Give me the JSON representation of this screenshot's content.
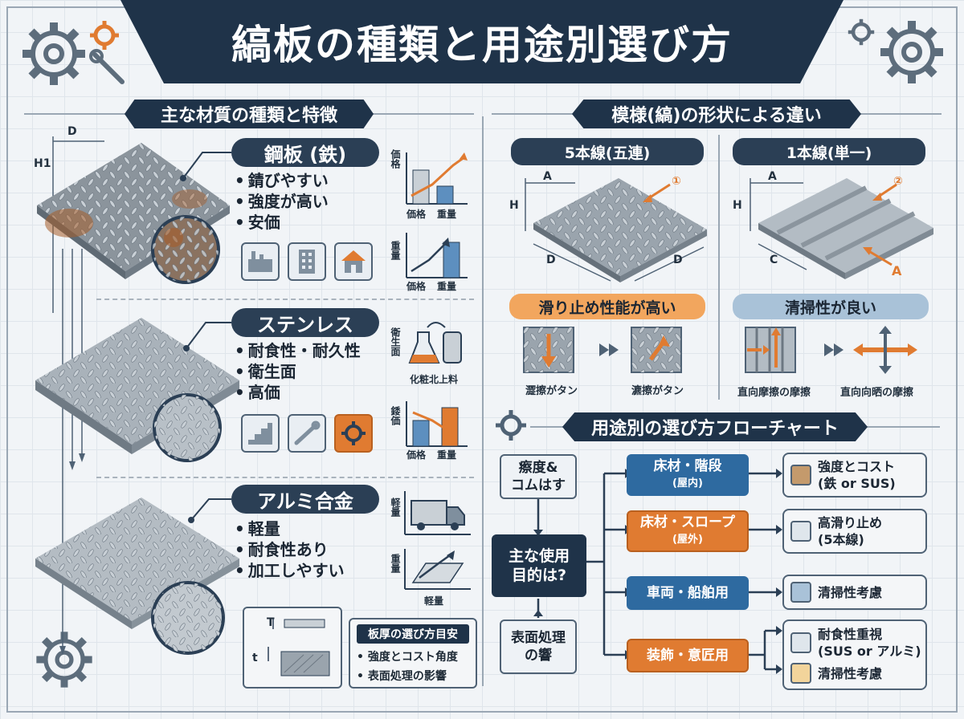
{
  "title": "縞板の種類と用途別選び方",
  "sections": {
    "materials": "主な材質の種類と特徴",
    "patterns": "模様(縞)の形状による違い",
    "flowchart": "用途別の選び方フローチャート"
  },
  "dim_labels": {
    "d": "D",
    "h": "H1",
    "a": "A",
    "h2": "H",
    "c": "C",
    "arrow_a": "A",
    "c1": "①",
    "c2": "②",
    "t": "T",
    "tl": "t"
  },
  "steel": {
    "name": "鋼板 (鉄)",
    "bullets": [
      "錆びやすい",
      "強度が高い",
      "安価"
    ],
    "chart1": {
      "ylabel": "価格",
      "x": [
        "価格",
        "重量"
      ]
    },
    "chart2": {
      "ylabel": "重量",
      "x": [
        "価格",
        "重量"
      ]
    }
  },
  "stainless": {
    "name": "ステンレス",
    "bullets": [
      "耐食性・耐久性",
      "衛生面",
      "高価"
    ],
    "chart1": {
      "ylabel": "衛生面",
      "x": [
        "化粧北上料"
      ]
    },
    "chart2": {
      "ylabel": "錗価",
      "x": [
        "価格",
        "重量"
      ]
    }
  },
  "aluminum": {
    "name": "アルミ合金",
    "bullets": [
      "軽量",
      "耐食性あり",
      "加工しやすい"
    ],
    "chart1": {
      "ylabel": "軽量"
    },
    "chart2": {
      "ylabel": "重量",
      "x": [
        "軽量"
      ]
    }
  },
  "thickness": {
    "title": "板厚の選び方目安",
    "items": [
      "強度とコスト角度",
      "表面処理の影響"
    ]
  },
  "pattern_five": {
    "title": "5本線(五連)",
    "feature": "滑り止め性能が高い",
    "demo": [
      "澀擦がタン",
      "瀌擦がタン"
    ]
  },
  "pattern_one": {
    "title": "1本線(単一)",
    "feature": "清掃性が良い",
    "demo": [
      "直向摩擦の摩擦",
      "直向向晒の摩擦"
    ]
  },
  "flow": {
    "start1": "瘵度&\nコムはす",
    "start2": "主な使用\n目的は?",
    "start3": "表面処理\nの響",
    "branches": [
      {
        "label": "床材・階段",
        "sub": "(屋内)",
        "result": "強度とコスト\n(鉄 or SUS)"
      },
      {
        "label": "床材・スロープ",
        "sub": "(屋外)",
        "result": "高滑り止め\n(5本線)"
      },
      {
        "label": "車両・船舶用",
        "sub": "",
        "result": "清掃性考慮"
      },
      {
        "label": "装飾・意匠用",
        "sub": "",
        "result": "耐食性重視\n(SUS or アルミ)",
        "result2": "清掃性考慮"
      }
    ]
  },
  "colors": {
    "navy": "#1f3349",
    "orange": "#e07b31",
    "steel": "#8e99a3"
  }
}
